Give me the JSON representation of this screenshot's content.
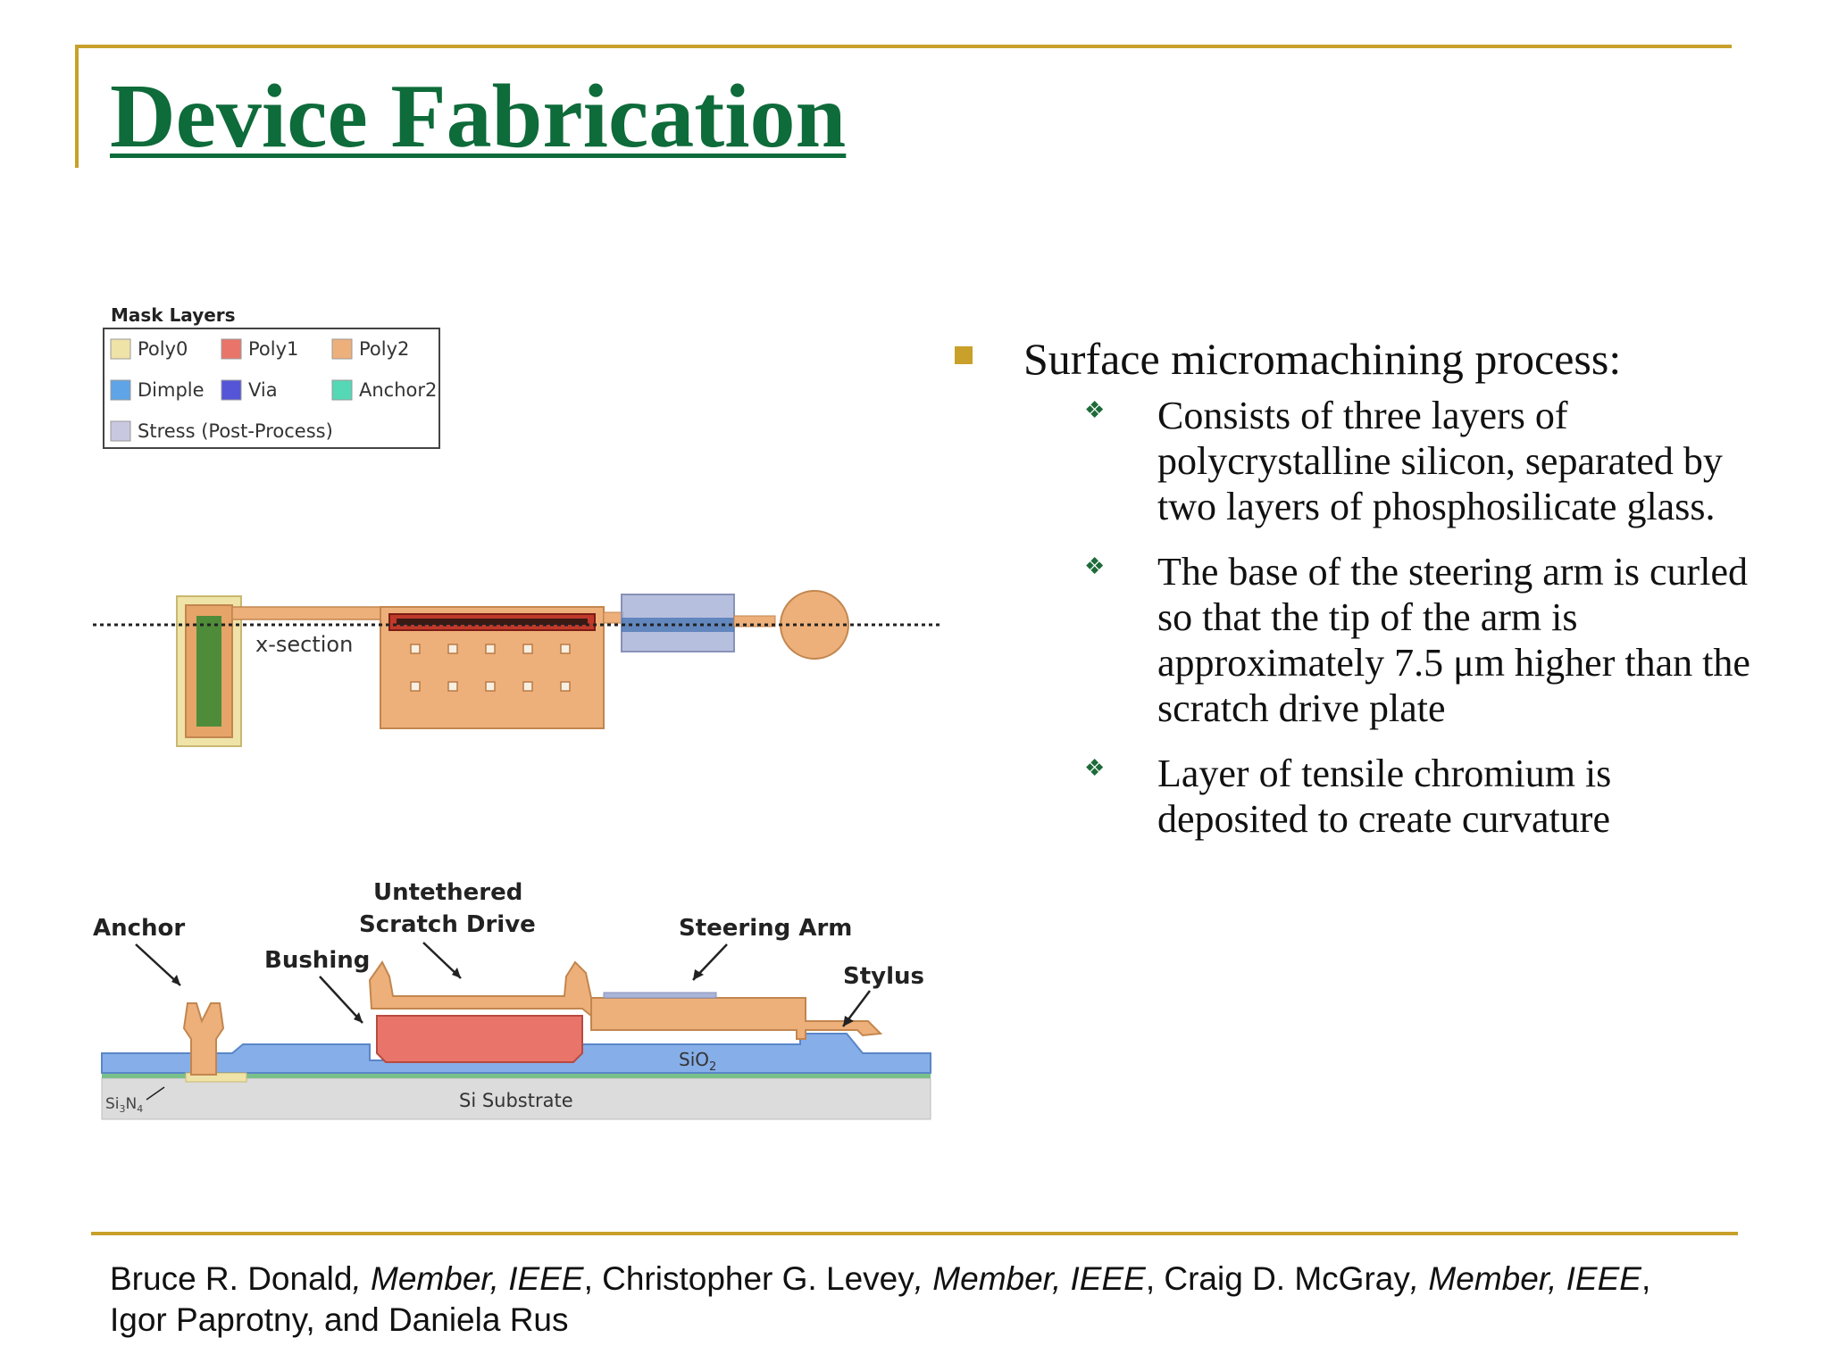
{
  "title": "Device Fabrication",
  "figure": {
    "legend_title": "Mask Layers",
    "legend_items": [
      {
        "label": "Poly0",
        "color": "#efe3a8"
      },
      {
        "label": "Poly1",
        "color": "#e9756a"
      },
      {
        "label": "Poly2",
        "color": "#eeb07a"
      },
      {
        "label": "Dimple",
        "color": "#5fa4e6"
      },
      {
        "label": "Via",
        "color": "#5555d8"
      },
      {
        "label": "Anchor2",
        "color": "#55d8b6"
      },
      {
        "label": "Stress (Post-Process)",
        "color": "#c8c8e0"
      }
    ],
    "xsection_label": "x-section",
    "labels": {
      "anchor": "Anchor",
      "untethered_1": "Untethered",
      "untethered_2": "Scratch Drive",
      "bushing": "Bushing",
      "steering_arm": "Steering Arm",
      "stylus": "Stylus",
      "sio2": "SiO",
      "sio2_sub": "2",
      "si3n4_a": "Si",
      "si3n4_sub3": "3",
      "si3n4_b": "N",
      "si3n4_sub4": "4",
      "substrate": "Si Substrate"
    }
  },
  "bullets": {
    "main": "Surface micromachining process:",
    "sub": [
      "Consists of three layers of polycrystalline silicon, separated by two layers of phosphosilicate glass.",
      "The base of the steering arm is curled so that the tip of the arm is approximately 7.5 μm higher than the scratch drive plate",
      "Layer of tensile chromium is deposited to create curvature"
    ]
  },
  "authors": {
    "a1": "Bruce R. Donald",
    "role1": ", Member, IEEE",
    "a2": ", Christopher G. Levey",
    "role2": ", Member, IEEE",
    "a3": ", Craig D. McGray",
    "role3": ", Member, IEEE",
    "a4": ",",
    "line2": "Igor Paprotny, and Daniela Rus"
  },
  "colors": {
    "title_green": "#0e6b3a",
    "accent_gold": "#c8a02a"
  }
}
